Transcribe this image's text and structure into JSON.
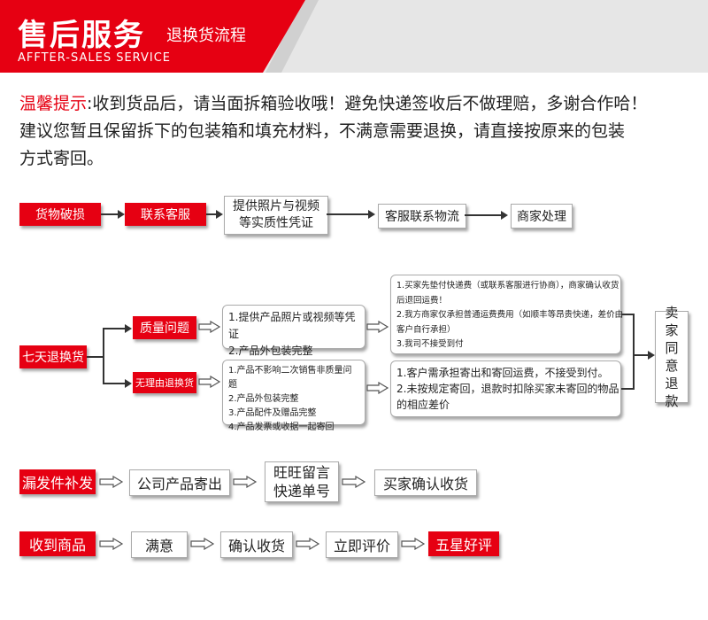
{
  "header": {
    "title": "售后服务",
    "subtitle": "退换货流程",
    "english": "AFFTER-SALES SERVICE"
  },
  "tip": {
    "label": "温馨提示",
    "text1": ":收到货品后，请当面拆箱验收哦！避免快递签收后不做理赔，多谢合作哈！",
    "text2": "建议您暂且保留拆下的包装箱和填充材料，不满意需要退换，请直接按原来的包装",
    "text3": "方式寄回。"
  },
  "damage_flow": {
    "step1": "货物破损",
    "step2": "联系客服",
    "step3_line1": "提供照片与视频",
    "step3_line2": "等实质性凭证",
    "step4": "客服联系物流",
    "step5": "商家处理"
  },
  "return_flow": {
    "start": "七天退换货",
    "quality": "质量问题",
    "no_reason": "无理由退换货",
    "quality_req": [
      "1.提供产品照片或视频等凭证",
      "2.产品外包装完整"
    ],
    "no_reason_req": [
      "1.产品不影响二次销售非质量问题",
      "2.产品外包装完整",
      "3.产品配件及赠品完整",
      "4.产品发票或收据一起寄回"
    ],
    "quality_terms": [
      "1.买家先垫付快递费（或联系客服进行协商），商家确认收货",
      "后退回运费！",
      "2.我方商家仅承担普通运费费用（如顺丰等昂贵快递，差价由",
      "客户自行承担）",
      "3.我司不接受到付"
    ],
    "no_reason_terms": [
      "1.客户需承担寄出和寄回运费，不接受到付。",
      "2.未按规定寄回，退款时扣除买家未寄回的物品",
      "的相应差价"
    ],
    "result": "卖家同意退款"
  },
  "missing_flow": {
    "step1": "漏发件补发",
    "step2": "公司产品寄出",
    "step3_line1": "旺旺留言",
    "step3_line2": "快递单号",
    "step4": "买家确认收货"
  },
  "receive_flow": {
    "step1": "收到商品",
    "step2": "满意",
    "step3": "确认收货",
    "step4": "立即评价",
    "step5": "五星好评"
  },
  "colors": {
    "accent": "#e60012",
    "header_grey": "#e6e6e6"
  }
}
